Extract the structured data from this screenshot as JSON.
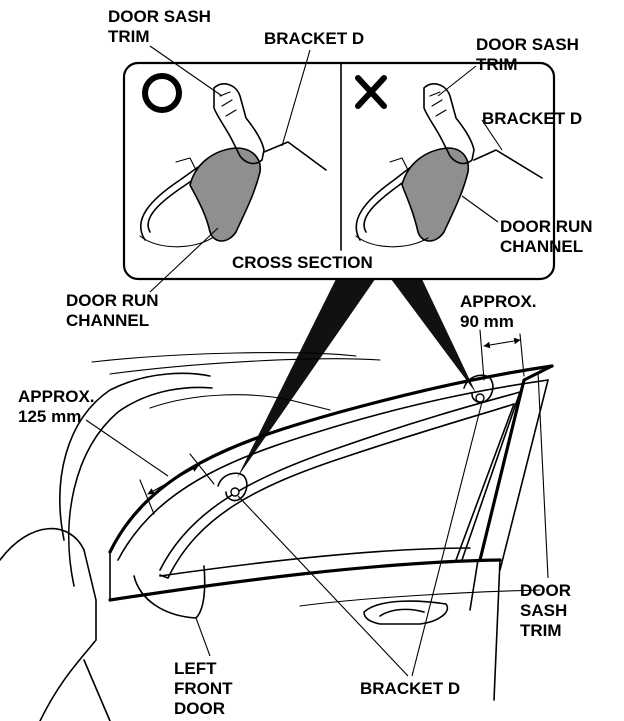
{
  "inset": {
    "correct_mark": "O",
    "wrong_mark": "✕",
    "caption": "CROSS SECTION",
    "left_sash_trim": [
      "DOOR SASH",
      "TRIM"
    ],
    "left_bracket": "BRACKET D",
    "right_sash_trim": [
      "DOOR SASH",
      "TRIM"
    ],
    "right_bracket": "BRACKET D",
    "right_run_channel": [
      "DOOR RUN",
      "CHANNEL"
    ],
    "left_run_channel": [
      "DOOR RUN",
      "CHANNEL"
    ]
  },
  "door": {
    "dim_rear": [
      "APPROX.",
      "90 mm"
    ],
    "dim_front": [
      "APPROX.",
      "125 mm"
    ],
    "sash_trim": [
      "DOOR",
      "SASH",
      "TRIM"
    ],
    "left_front_door": [
      "LEFT",
      "FRONT",
      "DOOR"
    ],
    "bracket": "BRACKET D"
  }
}
